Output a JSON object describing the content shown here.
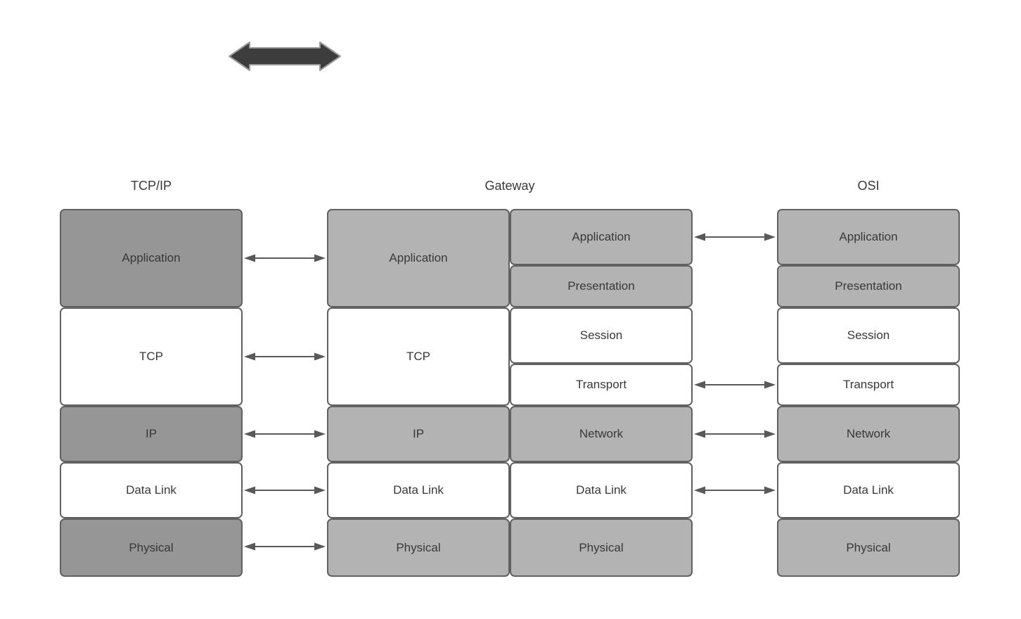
{
  "headers": {
    "tcpip": "TCP/IP",
    "gateway": "Gateway",
    "osi": "OSI"
  },
  "tcpip_stack": {
    "layers": [
      "Application",
      "TCP",
      "IP",
      "Data Link",
      "Physical"
    ]
  },
  "gateway_stack": {
    "left_layers": [
      "Application",
      "TCP",
      "IP",
      "Data Link",
      "Physical"
    ],
    "right_layers": [
      "Application",
      "Presentation",
      "Session",
      "Transport",
      "Network",
      "Data Link",
      "Physical"
    ]
  },
  "osi_stack": {
    "layers": [
      "Application",
      "Presentation",
      "Session",
      "Transport",
      "Network",
      "Data Link",
      "Physical"
    ]
  },
  "icons": {
    "top_arrow": "thick-double-headed-arrow-icon",
    "connector": "double-headed-arrow-icon"
  },
  "colors": {
    "canvas_background": "#ffffff",
    "box_dark_gray": "#969696",
    "box_light_gray": "#b3b3b3",
    "box_white": "#ffffff",
    "box_border": "#616161",
    "label_text": "#383838",
    "arrow_stroke": "#595959",
    "thick_arrow_fill": "#3d3d3d",
    "thick_arrow_outline": "#9a9a9a"
  }
}
